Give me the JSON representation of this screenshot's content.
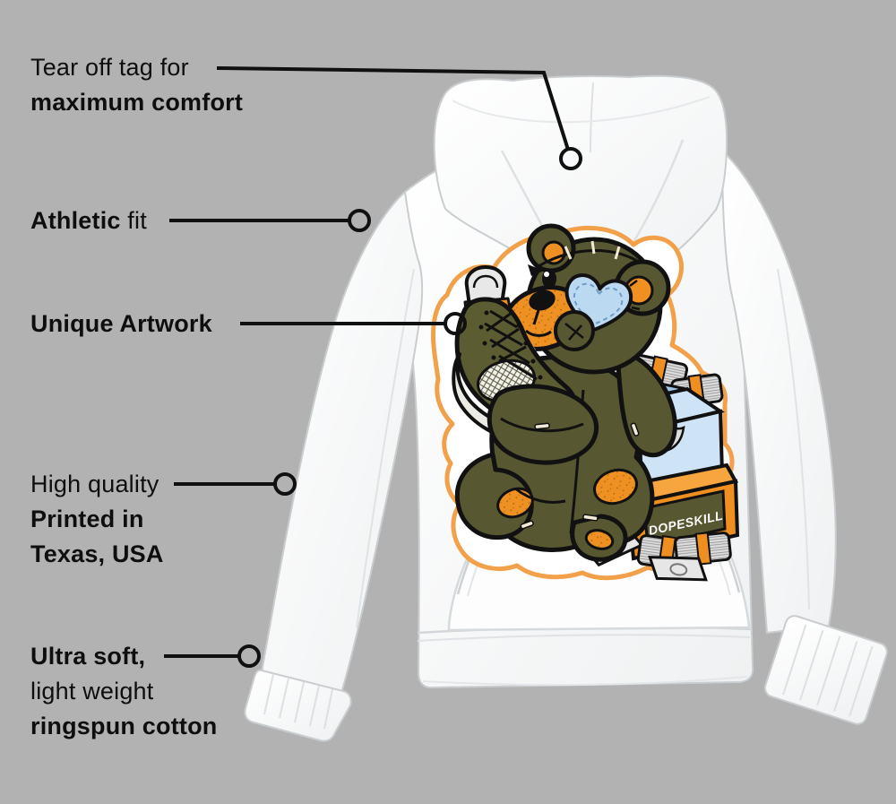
{
  "page": {
    "background_color": "#b2b2b2",
    "description_colors": {
      "text_black": "#0e0e0e",
      "callout_line_black": "#101010"
    }
  },
  "callouts": [
    {
      "id": "tear-off-tag",
      "segments": [
        {
          "text": "Tear off tag for",
          "bold": false
        },
        {
          "text": "maximum comfort",
          "bold": true
        }
      ]
    },
    {
      "id": "athletic-fit",
      "segments": [
        {
          "text": "Athletic",
          "bold": true
        },
        {
          "text": " fit",
          "bold": false
        }
      ]
    },
    {
      "id": "unique-artwork",
      "segments": [
        {
          "text": "Unique Artwork",
          "bold": true
        }
      ]
    },
    {
      "id": "high-quality",
      "segments": [
        {
          "text": "High quality",
          "bold": false
        },
        {
          "text": "Printed in",
          "bold": true
        },
        {
          "text": "Texas, USA",
          "bold": true
        }
      ]
    },
    {
      "id": "ultra-soft",
      "segments": [
        {
          "text": "Ultra soft,",
          "bold": true
        },
        {
          "text": "light weight",
          "bold": false
        },
        {
          "text": "ringspun cotton",
          "bold": true
        }
      ]
    }
  ],
  "artwork": {
    "box_label": "DOPESKILL",
    "colors": {
      "outline_orange": "#f2a049",
      "accent_orange": "#ef8f1f",
      "olive": "#575731",
      "heart_blue": "#bcd9f2",
      "box_blue": "#cfe3f6",
      "money_gray": "#dedede",
      "hoodie_white": "#fcfdfd"
    }
  }
}
